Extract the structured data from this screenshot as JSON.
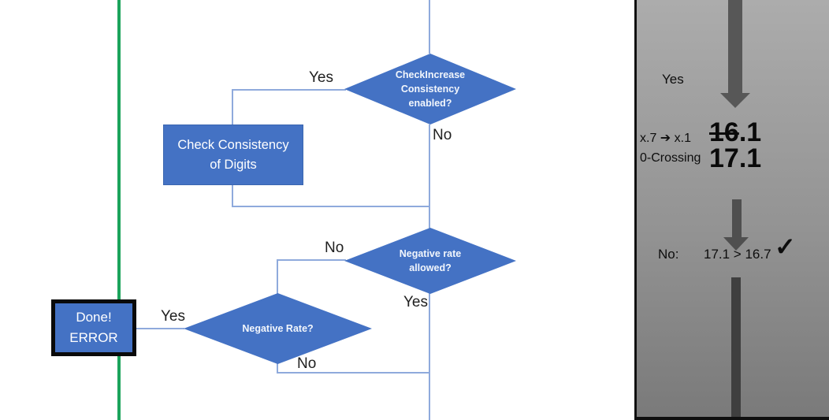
{
  "flowchart": {
    "decision_check_increase": {
      "line1": "CheckIncrease",
      "line2": "Consistency",
      "line3": "enabled?",
      "yes_label": "Yes",
      "no_label": "No"
    },
    "process_check_consistency": {
      "line1": "Check Consistency",
      "line2": "of Digits"
    },
    "decision_negative_rate_allowed": {
      "line1": "Negative rate",
      "line2": "allowed?",
      "no_label": "No",
      "yes_label": "Yes"
    },
    "decision_negative_rate": {
      "label": "Negative Rate?",
      "yes_label": "Yes",
      "no_label": "No"
    },
    "terminator_done_error": {
      "line1": "Done!",
      "line2": "ERROR"
    }
  },
  "side_panel": {
    "yes_label": "Yes",
    "mapping_line1": "x.7 ➔ x.1",
    "mapping_line2": "0-Crossing",
    "old_value_struck": "16",
    "old_value_suffix": ".1",
    "new_value": "17.1",
    "result_prefix": "No:",
    "result_comparison": "17.1 > 16.7",
    "check_icon": "✓"
  },
  "colors": {
    "shape_blue": "#4472C4",
    "connector_blue": "#8FAADC",
    "timeline_green": "#1CA45C",
    "arrow_gray": "#4F4F4F",
    "panel_gray_top": "#ACACAC",
    "panel_gray_bottom": "#7A7A7A"
  }
}
